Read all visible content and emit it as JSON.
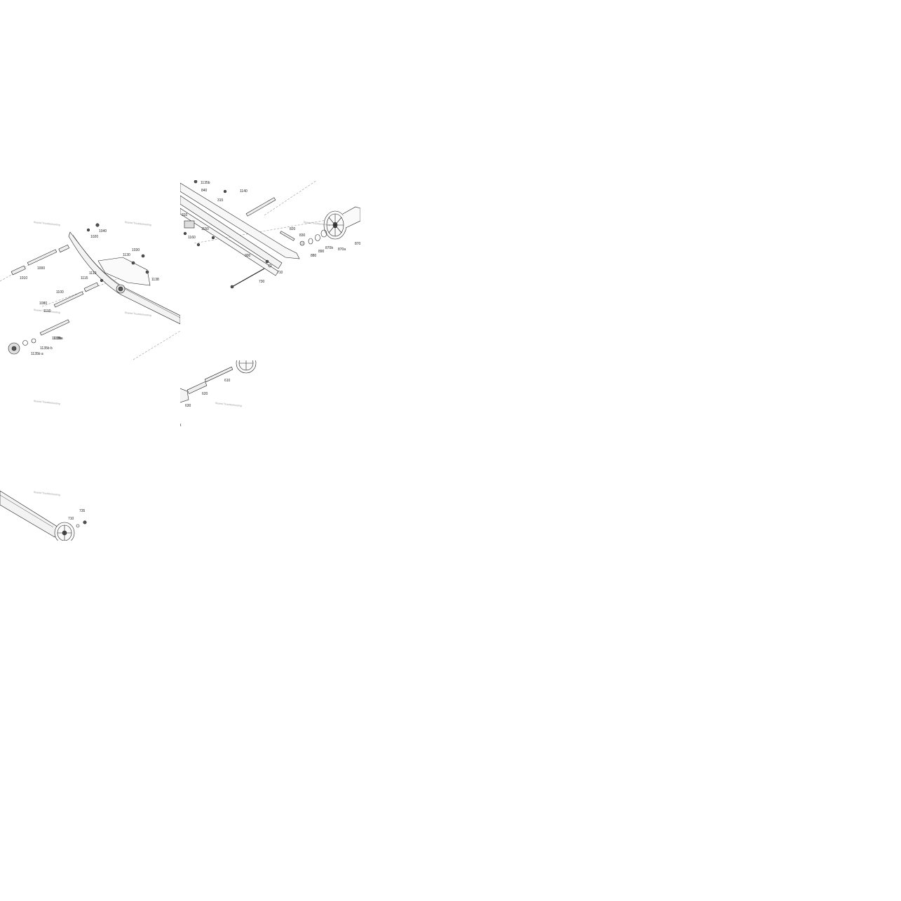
{
  "watermark": "Shared Troubleshooting",
  "tiles": [
    {
      "id": "rail-front",
      "callouts": [
        "1040",
        "1020",
        "1030",
        "1000",
        "1010",
        "1130",
        "1110",
        "1115",
        "1138",
        "1100",
        "1080",
        "1110",
        "1135b",
        "1135a",
        "1135b b",
        "1135b a"
      ]
    },
    {
      "id": "rail-rear",
      "callouts": [
        "1135b",
        "840",
        "315",
        "1140",
        "310",
        "1150",
        "1160",
        "820",
        "830",
        "890",
        "880",
        "870b",
        "870a",
        "870",
        "900",
        "710",
        "730"
      ]
    },
    {
      "id": "cross-shafts",
      "callouts": [
        "610",
        "620",
        "630"
      ]
    },
    {
      "id": "rear-wheel",
      "callouts": [
        "735",
        "710"
      ]
    }
  ]
}
